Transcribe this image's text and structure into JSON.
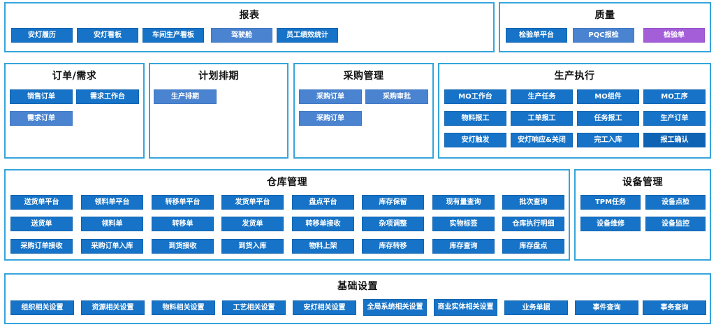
{
  "sections": {
    "report": {
      "title": "报表",
      "items": [
        "安灯履历",
        "安灯看板",
        "车间生产看板",
        "驾驶舱",
        "员工绩效统计"
      ]
    },
    "quality": {
      "title": "质量",
      "items": [
        "检验单平台",
        "PQC报检",
        "检验单"
      ]
    },
    "order": {
      "title": "订单/需求",
      "items": [
        "销售订单",
        "需求工作台",
        "需求订单"
      ]
    },
    "plan": {
      "title": "计划排期",
      "items": [
        "生产排期"
      ]
    },
    "purchase": {
      "title": "采购管理",
      "items": [
        "采购订单",
        "采购审批",
        "采购订单"
      ]
    },
    "production": {
      "title": "生产执行",
      "items": [
        "MO工作台",
        "生产任务",
        "MO组件",
        "MO工序",
        "物料报工",
        "工单报工",
        "任务报工",
        "生产订单",
        "安灯触发",
        "安灯响应&关闭",
        "完工入库",
        "报工确认"
      ]
    },
    "warehouse": {
      "title": "仓库管理",
      "items": [
        "送货单平台",
        "领料单平台",
        "转移单平台",
        "发货单平台",
        "盘点平台",
        "库存保留",
        "现有量查询",
        "批次查询",
        "送货单",
        "领料单",
        "转移单",
        "发货单",
        "转移单接收",
        "杂项调整",
        "实物标签",
        "仓库执行明细",
        "采购订单接收",
        "采购订单入库",
        "到货接收",
        "到货入库",
        "物料上架",
        "库存转移",
        "库存查询",
        "库存盘点"
      ]
    },
    "equipment": {
      "title": "设备管理",
      "items": [
        "TPM任务",
        "设备点检",
        "设备维修",
        "设备监控"
      ]
    },
    "basic": {
      "title": "基础设置",
      "items": [
        "组织相关设置",
        "资源相关设置",
        "物料相关设置",
        "工艺相关设置",
        "安灯相关设置",
        "全局系统相关设置",
        "商业实体相关设置",
        "业务单据",
        "事件查询",
        "事务查询"
      ]
    }
  }
}
